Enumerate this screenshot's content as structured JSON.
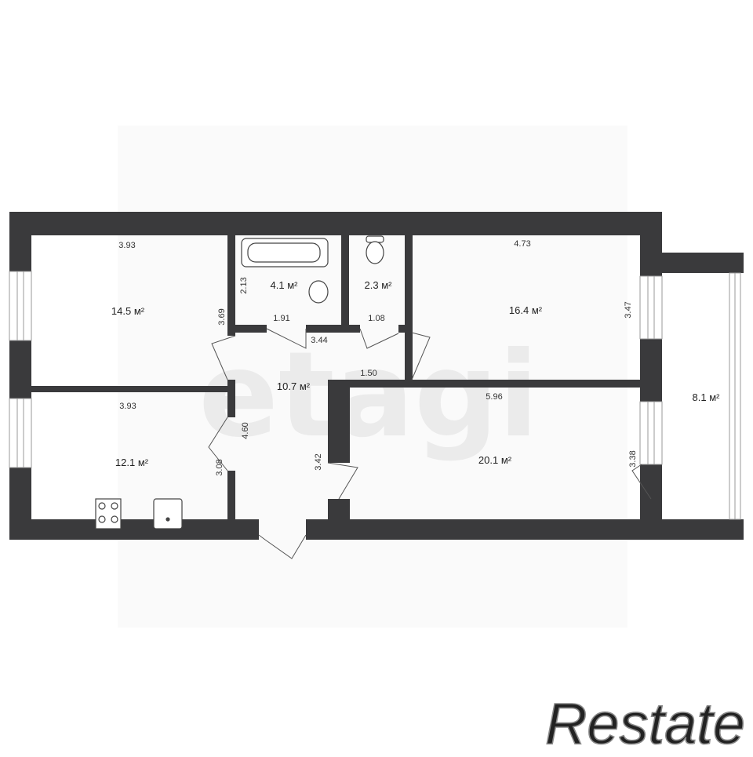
{
  "plan": {
    "rooms": [
      {
        "id": "room-1",
        "area": "14.5 м²"
      },
      {
        "id": "bath",
        "area": "4.1 м²"
      },
      {
        "id": "wc",
        "area": "2.3 м²"
      },
      {
        "id": "room-2",
        "area": "16.4 м²"
      },
      {
        "id": "hall",
        "area": "10.7 м²"
      },
      {
        "id": "kitchen",
        "area": "12.1 м²"
      },
      {
        "id": "room-3",
        "area": "20.1 м²"
      },
      {
        "id": "balcony",
        "area": "8.1 м²"
      }
    ],
    "dimensions": {
      "room1_width": "3.93",
      "room1_depth": "3.69",
      "bath_height": "2.13",
      "bath_width": "1.91",
      "hall_top": "3.44",
      "wc_width": "1.08",
      "room2_width": "4.73",
      "room2_depth": "3.47",
      "corridor": "1.50",
      "kitchen_width": "3.93",
      "hall_depth": "4.60",
      "kitchen_depth": "3.08",
      "hall_right": "3.42",
      "room3_width": "5.96",
      "room3_depth": "3.38"
    }
  },
  "watermarks": {
    "center": "etagi",
    "logo": "Restate"
  },
  "colors": {
    "wall": "#3a3a3c",
    "window": "#c8c8c8",
    "watermark": "#e6e6e6"
  }
}
